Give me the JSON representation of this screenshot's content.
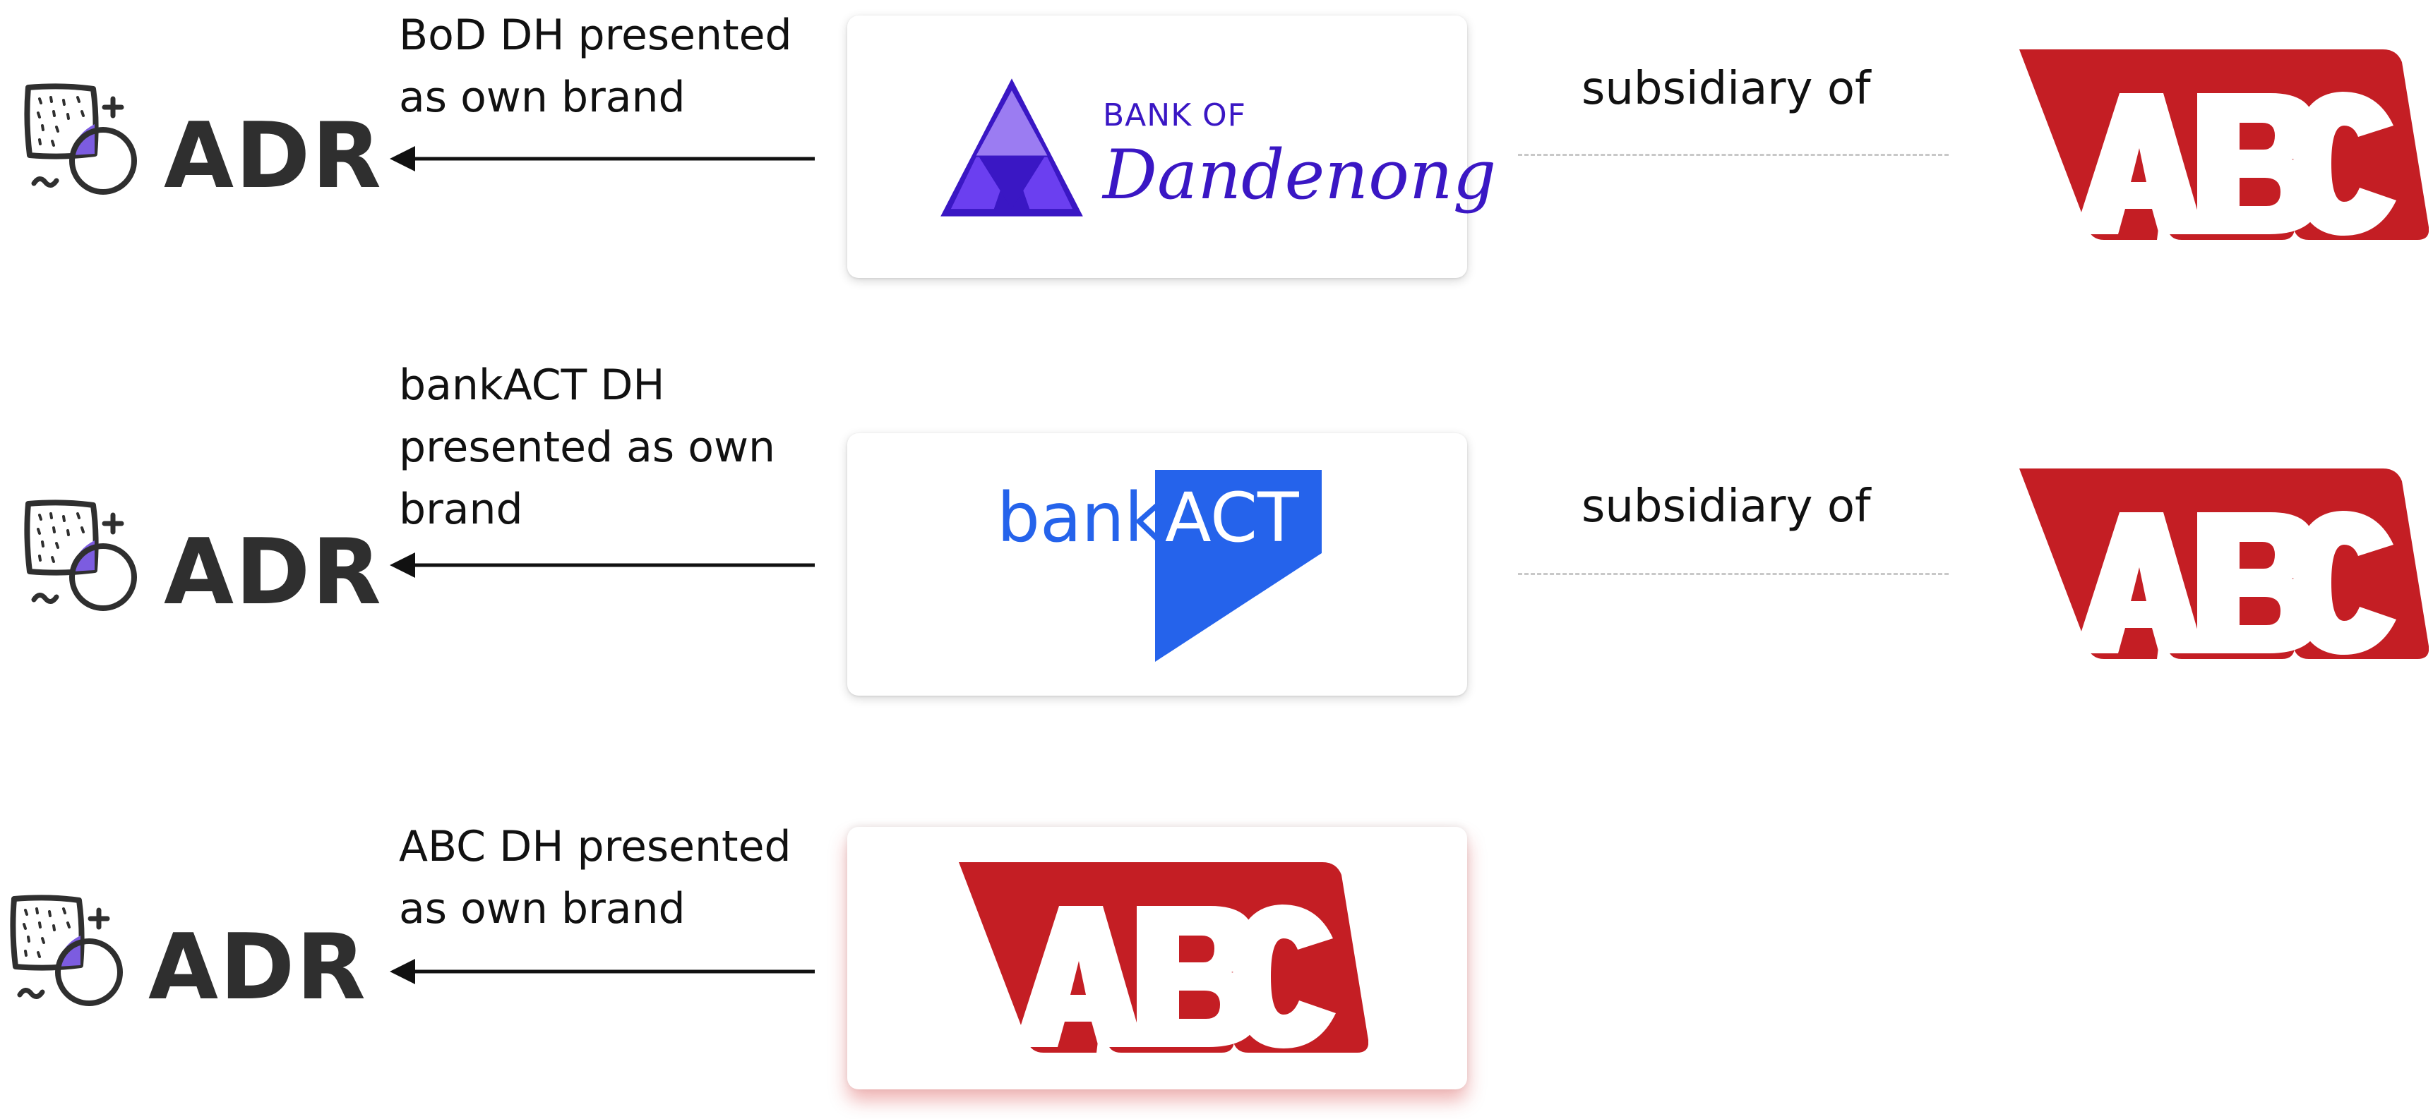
{
  "rows": [
    {
      "adr_label": "ADR",
      "caption_lines": [
        "BoD DH presented",
        "as own brand"
      ],
      "brand_logo": "bank-of-dandenong-logo",
      "brand_text": [
        "BANK OF",
        "Dandenong"
      ],
      "relation_label": "subsidiary of",
      "parent_logo": "abc-logo"
    },
    {
      "adr_label": "ADR",
      "caption_lines": [
        "bankACT DH",
        "presented as own",
        "brand"
      ],
      "brand_logo": "bankact-logo",
      "brand_text": [
        "bank",
        "ACT"
      ],
      "relation_label": "subsidiary of",
      "parent_logo": "abc-logo"
    },
    {
      "adr_label": "ADR",
      "caption_lines": [
        "ABC DH presented",
        "as own brand"
      ],
      "brand_logo": "abc-logo"
    }
  ],
  "colors": {
    "abc_red": "#c41e24",
    "bod_purple": "#3a17c4",
    "bod_triangle_light": "#9b7cf2",
    "bod_triangle_mid": "#6b3ff0",
    "bankact_blue": "#2563eb",
    "adr_accent_purple": "#7c5ce0",
    "adr_text": "#2f2f2f"
  }
}
